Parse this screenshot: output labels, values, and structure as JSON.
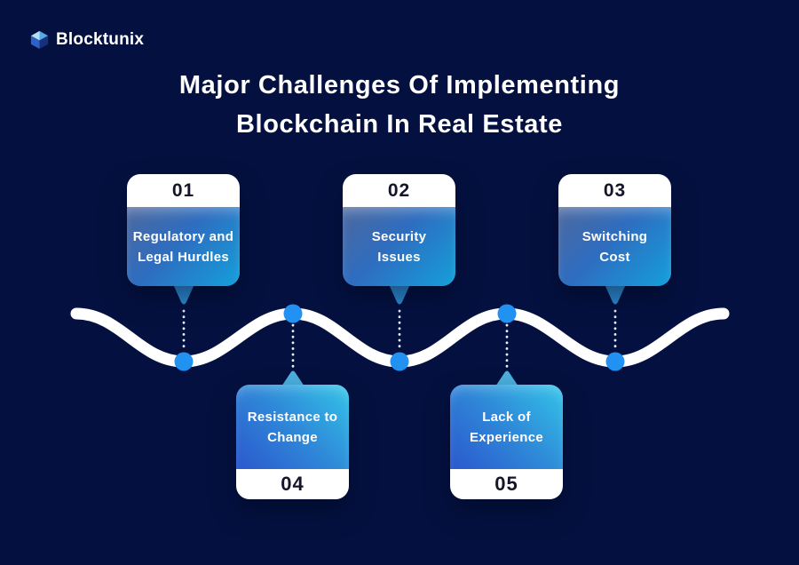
{
  "brand": {
    "name": "Blocktunix",
    "logo_icon": "cube-icon"
  },
  "title": {
    "line1": "Major Challenges Of Implementing",
    "line2": "Blockchain In Real Estate"
  },
  "cards": [
    {
      "number": "01",
      "label_line1": "Regulatory and",
      "label_line2": "Legal Hurdles",
      "position": "top"
    },
    {
      "number": "02",
      "label_line1": "Security",
      "label_line2": "Issues",
      "position": "top"
    },
    {
      "number": "03",
      "label_line1": "Switching",
      "label_line2": "Cost",
      "position": "top"
    },
    {
      "number": "04",
      "label_line1": "Resistance to",
      "label_line2": "Change",
      "position": "bottom"
    },
    {
      "number": "05",
      "label_line1": "Lack of",
      "label_line2": "Experience",
      "position": "bottom"
    }
  ],
  "colors": {
    "background": "#041140",
    "wave": "#ffffff",
    "timeline_dot": "#2292f2",
    "card_number_text": "#14142a",
    "card_label_text": "#ffffff",
    "card_gradient_top_start": "#4d689e",
    "card_gradient_top_end": "#14a0da",
    "card_gradient_bottom_start": "#2b58ce",
    "card_gradient_bottom_end": "#33c4e8"
  }
}
